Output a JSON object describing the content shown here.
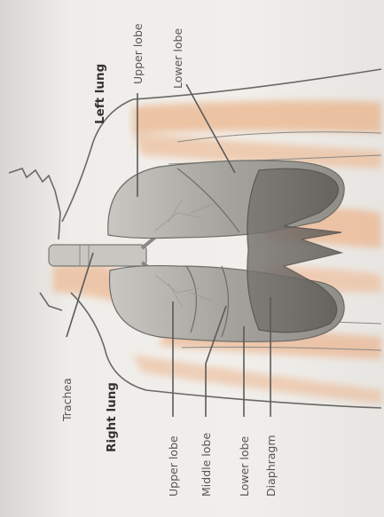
{
  "labels": {
    "left_lung": "Left lung",
    "left_upper_lobe": "Upper lobe",
    "left_lower_lobe": "Lower lobe",
    "trachea": "Trachea",
    "right_lung": "Right lung",
    "right_upper_lobe": "Upper lobe",
    "right_middle_lobe": "Middle lobe",
    "right_lower_lobe": "Lower lobe",
    "diaphragm": "Diaphragm"
  },
  "colors": {
    "background": "#efede9",
    "lung": "#8d8b86",
    "diaphragm": "#6f6c68",
    "muscle_tint": "#e7a36e",
    "leader_line": "#5a5a5a"
  }
}
